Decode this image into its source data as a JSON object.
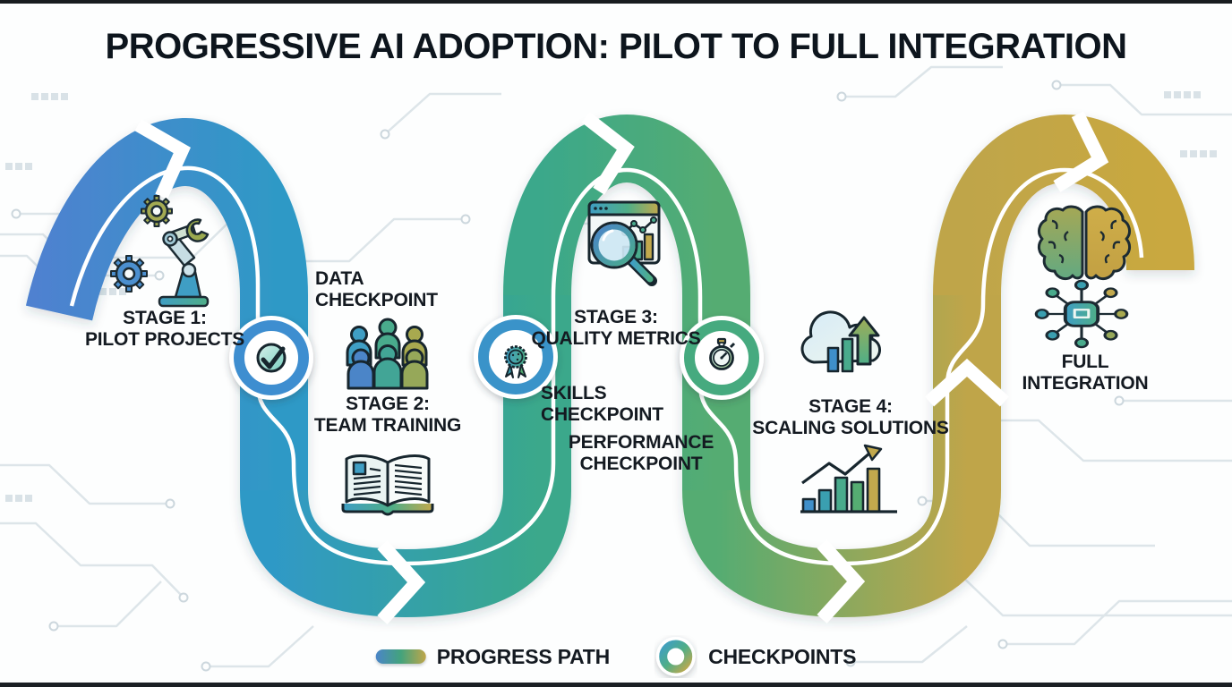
{
  "title": "PROGRESSIVE AI ADOPTION: PILOT TO FULL INTEGRATION",
  "stages": [
    {
      "name": "Stage 1",
      "line1": "STAGE 1:",
      "line2": "PILOT PROJECTS",
      "icon": "robot-arm-gears-icon"
    },
    {
      "name": "Stage 2",
      "line1": "STAGE 2:",
      "line2": "TEAM TRAINING",
      "icon": "team-group-icon",
      "icon2": "open-book-icon"
    },
    {
      "name": "Stage 3",
      "line1": "STAGE 3:",
      "line2": "QUALITY METRICS",
      "icon": "magnifier-analytics-icon"
    },
    {
      "name": "Stage 4",
      "line1": "STAGE 4:",
      "line2": "SCALING SOLUTIONS",
      "icon": "cloud-scale-icon",
      "icon2": "growth-chart-icon"
    },
    {
      "name": "Full Integration",
      "line1": "FULL",
      "line2": "INTEGRATION",
      "icon": "brain-icon",
      "icon2": "network-hub-icon"
    }
  ],
  "checkpoints": [
    {
      "line1": "DATA",
      "line2": "CHECKPOINT",
      "icon": "check-circle-icon"
    },
    {
      "line1": "SKILLS",
      "line2": "CHECKPOINT",
      "icon": "medal-icon"
    },
    {
      "line1": "PERFORMANCE",
      "line2": "CHECKPOINT",
      "icon": "stopwatch-icon"
    }
  ],
  "legend": {
    "progress": "PROGRESS PATH",
    "checkpoints": "CHECKPOINTS"
  },
  "colors": {
    "blue": "#4f81d0",
    "teal": "#2f99c6",
    "green": "#3aa88b",
    "light_green": "#55ac72",
    "gold": "#c9a83f",
    "text": "#141a21",
    "circuit": "#dde5e9"
  }
}
